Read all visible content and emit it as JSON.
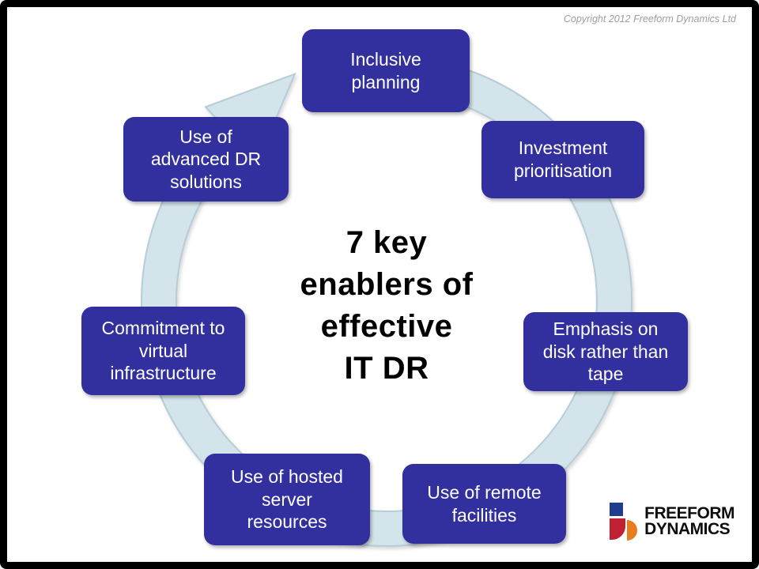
{
  "header": {
    "copyright": "Copyright 2012 Freeform Dynamics Ltd"
  },
  "center_title": {
    "text": "7 key\nenablers of\neffective\nIT DR"
  },
  "cycle": {
    "items": [
      {
        "label": "Inclusive\nplanning"
      },
      {
        "label": "Investment\nprioritisation"
      },
      {
        "label": "Emphasis on\ndisk rather than\ntape"
      },
      {
        "label": "Use of remote\nfacilities"
      },
      {
        "label": "Use of hosted\nserver\nresources"
      },
      {
        "label": "Commitment to\nvirtual\ninfrastructure"
      },
      {
        "label": "Use of\nadvanced DR\nsolutions"
      }
    ]
  },
  "logo": {
    "line1": "FREEFORM",
    "line2": "DYNAMICS"
  },
  "colors": {
    "box": "#322f9f",
    "box_text": "#ffffff",
    "ring": "#d4e4eb",
    "ring_border": "#b6cdd8",
    "logo_blue": "#1e3d8f",
    "logo_red": "#c12032",
    "logo_orange": "#e87d1e"
  }
}
